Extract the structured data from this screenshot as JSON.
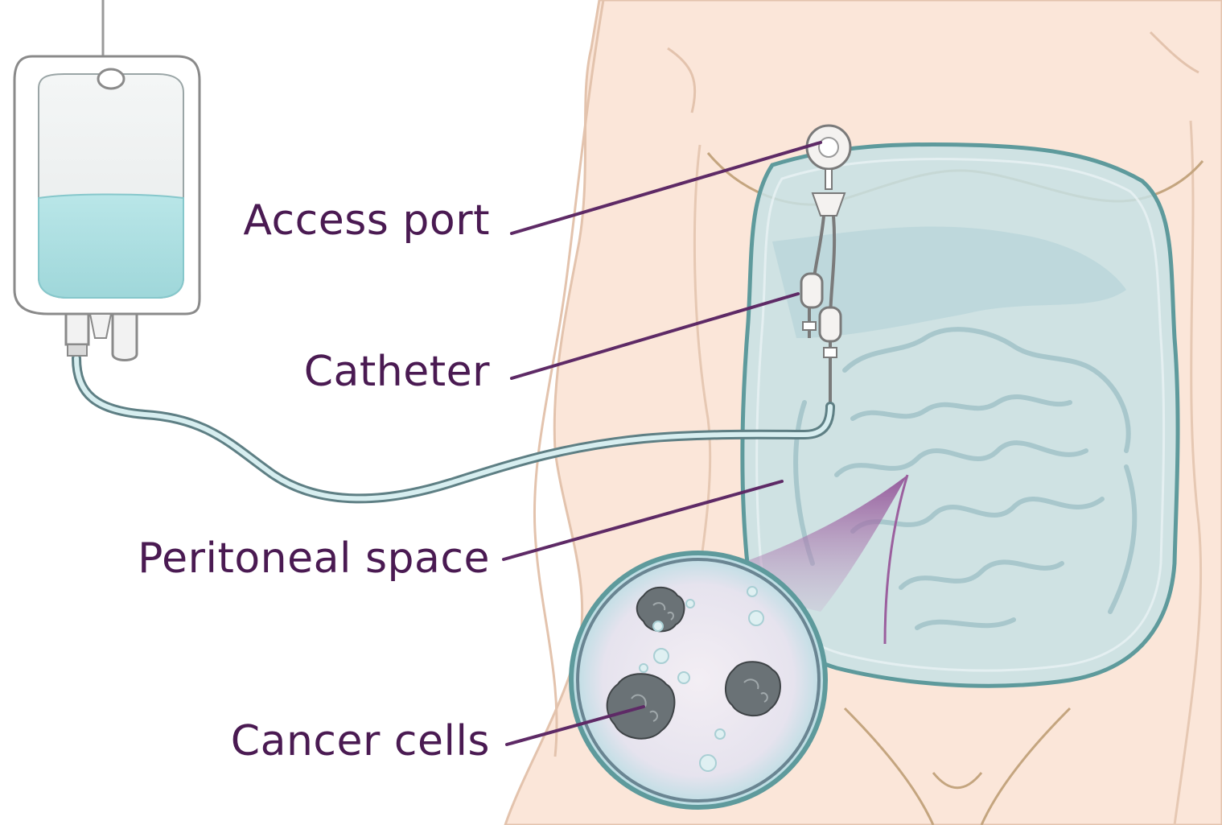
{
  "diagram": {
    "labels": {
      "access_port": "Access port",
      "catheter": "Catheter",
      "peritoneal_space": "Peritoneal space",
      "cancer_cells": "Cancer cells"
    },
    "colors": {
      "label_text": "#4a1a52",
      "leader_line": "#5e2a66",
      "skin": "#fbe6d9",
      "skin_outline": "#e3c3ad",
      "fluid": "#a9dfe2",
      "cavity_fill": "#c7e0e4",
      "cavity_outline": "#5e9a9c",
      "magnifier_highlight": "#9b5f9e",
      "cell_color": "#6a7276",
      "rib_line": "#c4a57f"
    }
  }
}
